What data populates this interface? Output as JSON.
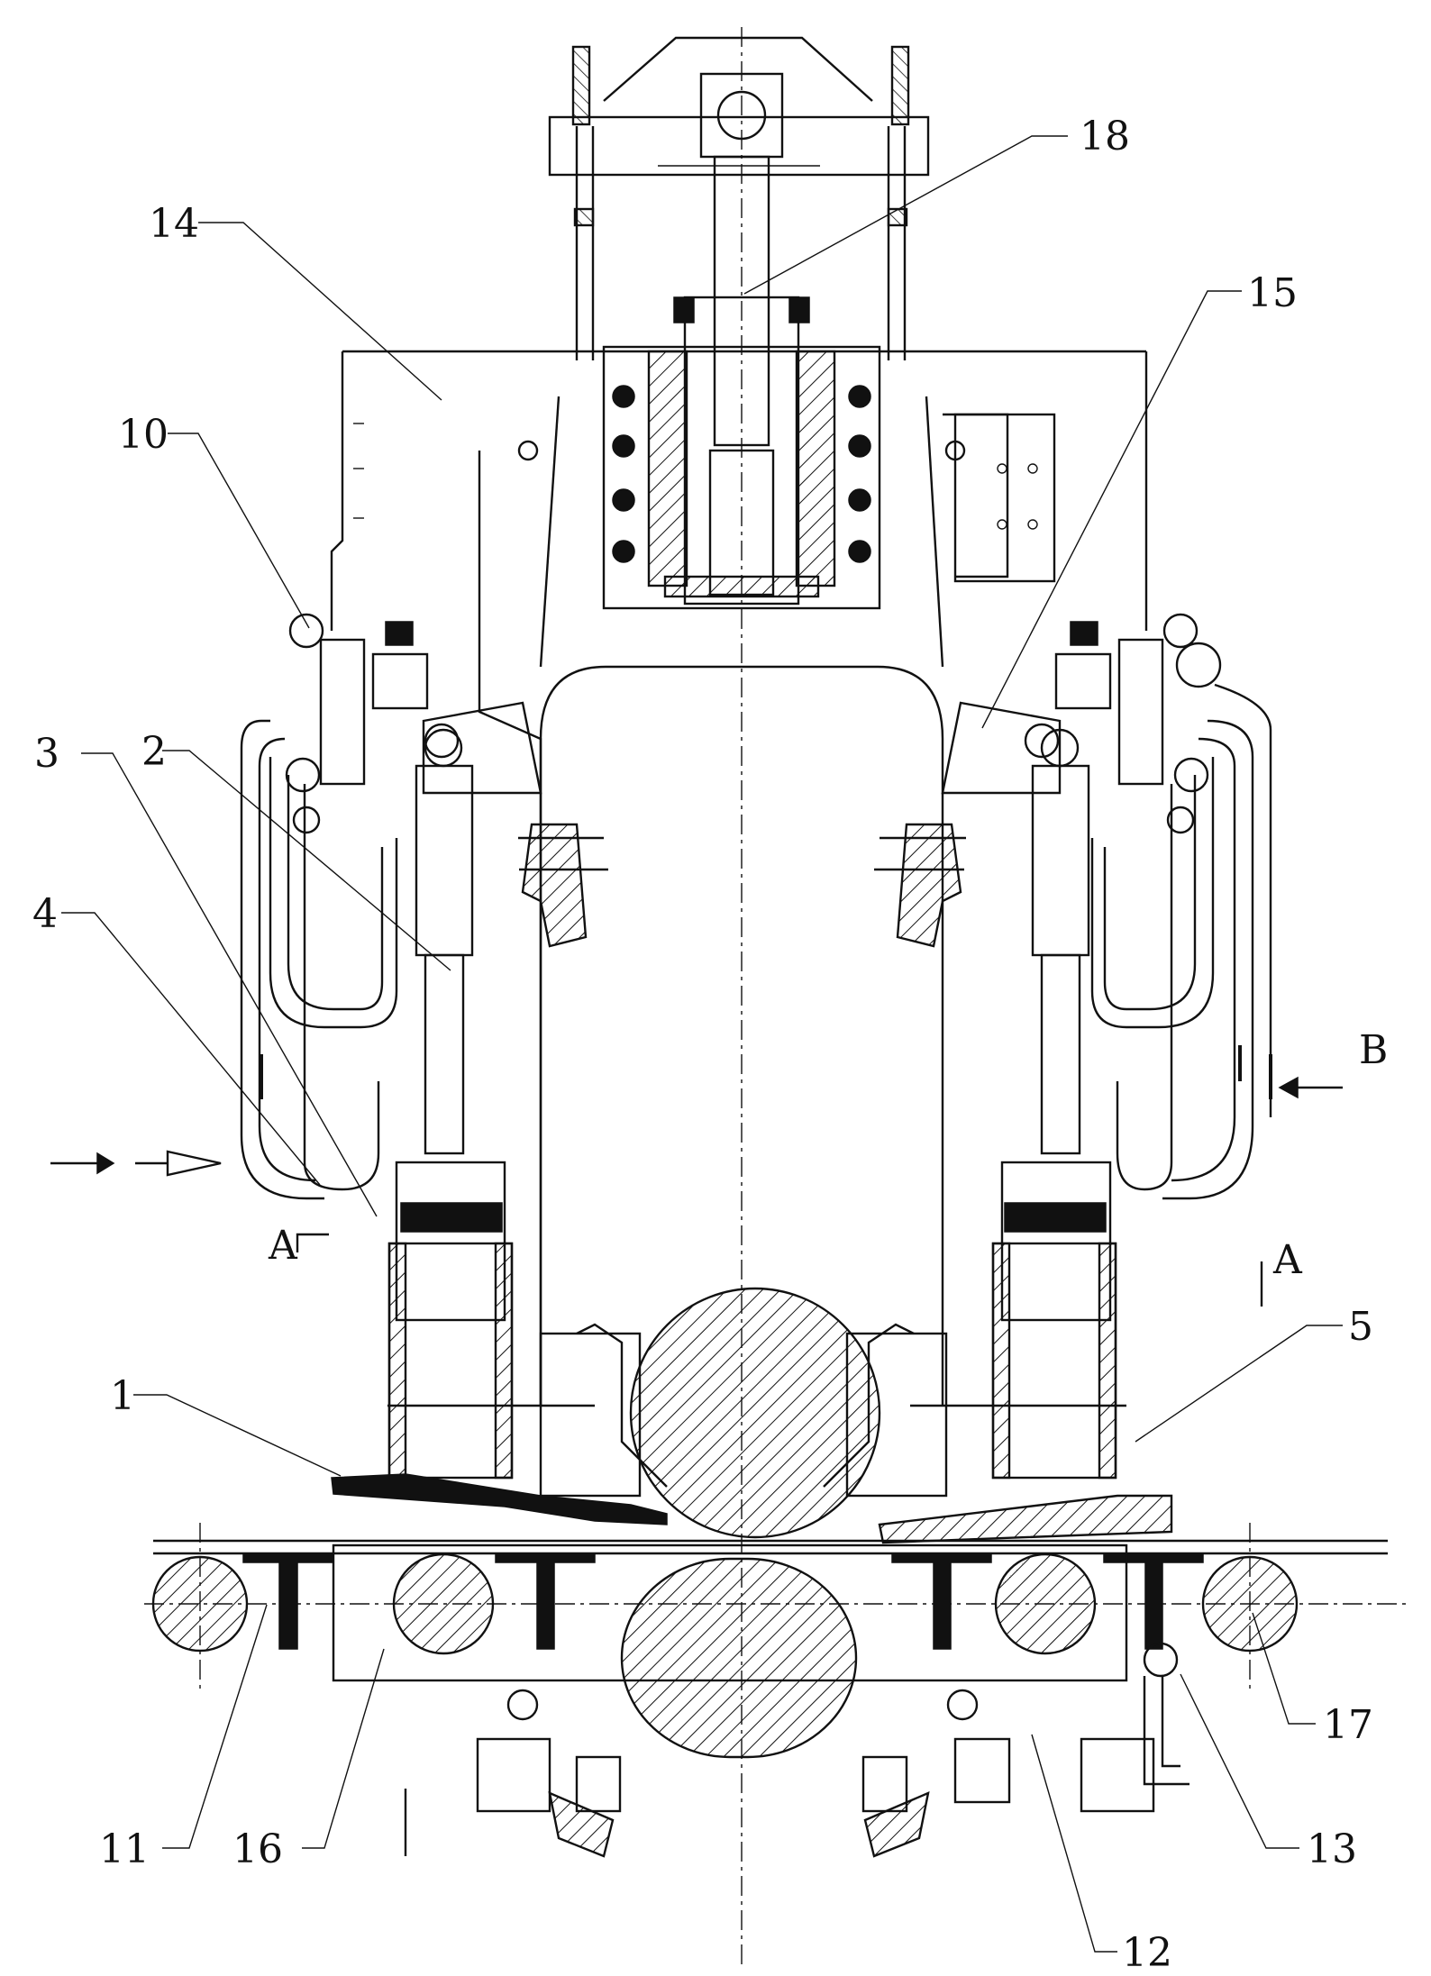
{
  "figure": {
    "part_numbers": [
      "1",
      "2",
      "3",
      "4",
      "5",
      "10",
      "11",
      "12",
      "13",
      "14",
      "15",
      "16",
      "17",
      "18"
    ],
    "section_labels": {
      "a_left": "A",
      "a_right": "A",
      "view_b": "B"
    }
  },
  "callouts": [
    {
      "id": "c18",
      "text": "18"
    },
    {
      "id": "c14",
      "text": "14"
    },
    {
      "id": "c15",
      "text": "15"
    },
    {
      "id": "c10",
      "text": "10"
    },
    {
      "id": "c3",
      "text": "3"
    },
    {
      "id": "c2",
      "text": "2"
    },
    {
      "id": "c4",
      "text": "4"
    },
    {
      "id": "c5",
      "text": "5"
    },
    {
      "id": "c1",
      "text": "1"
    },
    {
      "id": "c17",
      "text": "17"
    },
    {
      "id": "c13",
      "text": "13"
    },
    {
      "id": "c11",
      "text": "11"
    },
    {
      "id": "c16",
      "text": "16"
    },
    {
      "id": "c12",
      "text": "12"
    }
  ]
}
